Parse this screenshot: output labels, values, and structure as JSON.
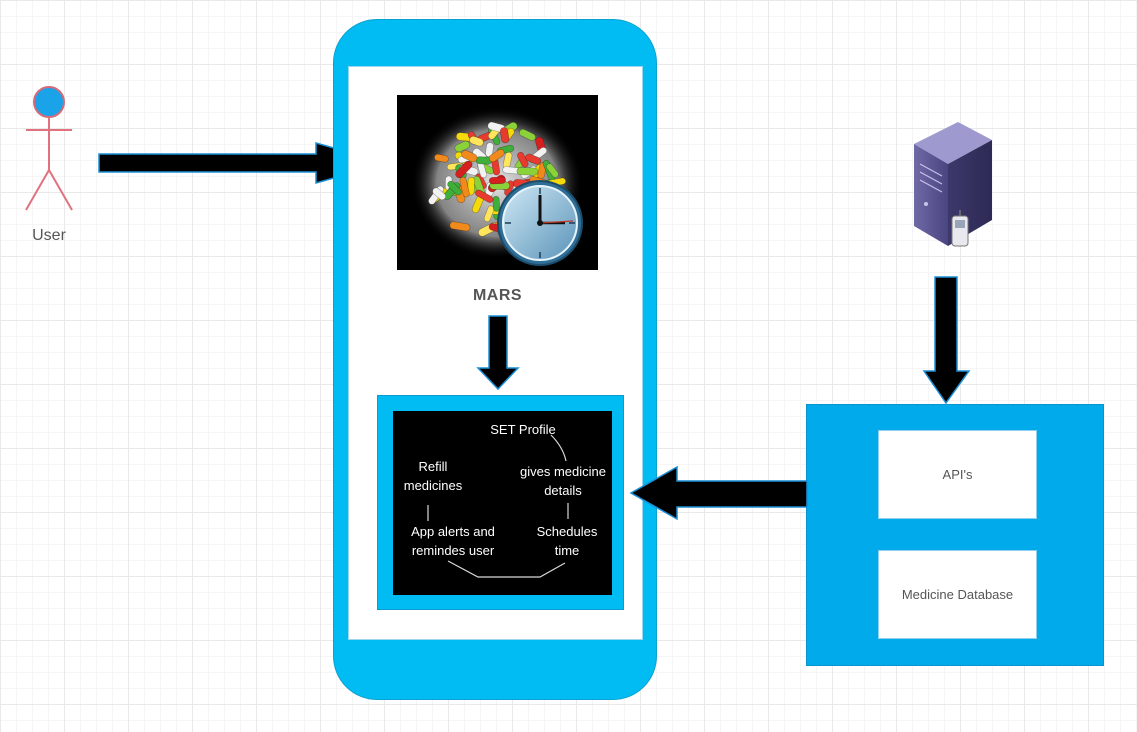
{
  "actor": {
    "label": "User"
  },
  "app": {
    "name": "MARS"
  },
  "flow": {
    "set_profile": "SET Profile",
    "refill_line1": "Refill",
    "refill_line2": "medicines",
    "gives_line1": "gives medicine",
    "gives_line2": "details",
    "alerts_line1": "App alerts and",
    "alerts_line2": "remindes user",
    "schedules_line1": "Schedules",
    "schedules_line2": "time"
  },
  "backend": {
    "api_label": "API's",
    "db_label": "Medicine Database"
  },
  "colors": {
    "phone": "#00bcf2",
    "backend": "#00aaeb",
    "actor_stroke": "#e0727e",
    "actor_head": "#1aa3e8",
    "arrow": "#000000",
    "arrow_outline": "#1a8fd6"
  }
}
